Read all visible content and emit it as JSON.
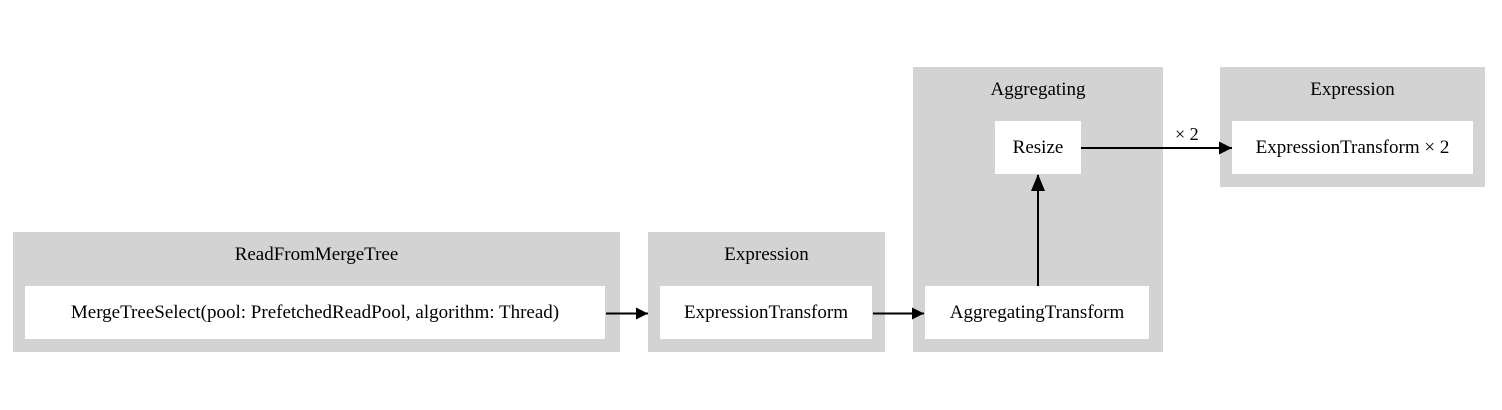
{
  "diagram": {
    "type": "pipeline-graph",
    "background_color": "#ffffff",
    "cluster_color": "#d3d3d3",
    "node_color": "#ffffff",
    "edge_color": "#000000",
    "clusters": [
      {
        "id": "read-from-merge-tree",
        "label": "ReadFromMergeTree",
        "nodes": [
          {
            "id": "merge-tree-select",
            "label": "MergeTreeSelect(pool: PrefetchedReadPool, algorithm: Thread)"
          }
        ]
      },
      {
        "id": "expression-1",
        "label": "Expression",
        "nodes": [
          {
            "id": "expression-transform",
            "label": "ExpressionTransform"
          }
        ]
      },
      {
        "id": "aggregating",
        "label": "Aggregating",
        "nodes": [
          {
            "id": "resize",
            "label": "Resize"
          },
          {
            "id": "aggregating-transform",
            "label": "AggregatingTransform"
          }
        ]
      },
      {
        "id": "expression-2",
        "label": "Expression",
        "nodes": [
          {
            "id": "expression-transform-x2",
            "label": "ExpressionTransform × 2"
          }
        ]
      }
    ],
    "edges": [
      {
        "id": "merge-tree-select-to-expression-transform",
        "from": "merge-tree-select",
        "to": "expression-transform",
        "label": ""
      },
      {
        "id": "expression-transform-to-aggregating-transform",
        "from": "expression-transform",
        "to": "aggregating-transform",
        "label": ""
      },
      {
        "id": "aggregating-transform-to-resize",
        "from": "aggregating-transform",
        "to": "resize",
        "label": ""
      },
      {
        "id": "resize-to-expression-transform-x2",
        "from": "resize",
        "to": "expression-transform-x2",
        "label": "× 2"
      }
    ]
  }
}
